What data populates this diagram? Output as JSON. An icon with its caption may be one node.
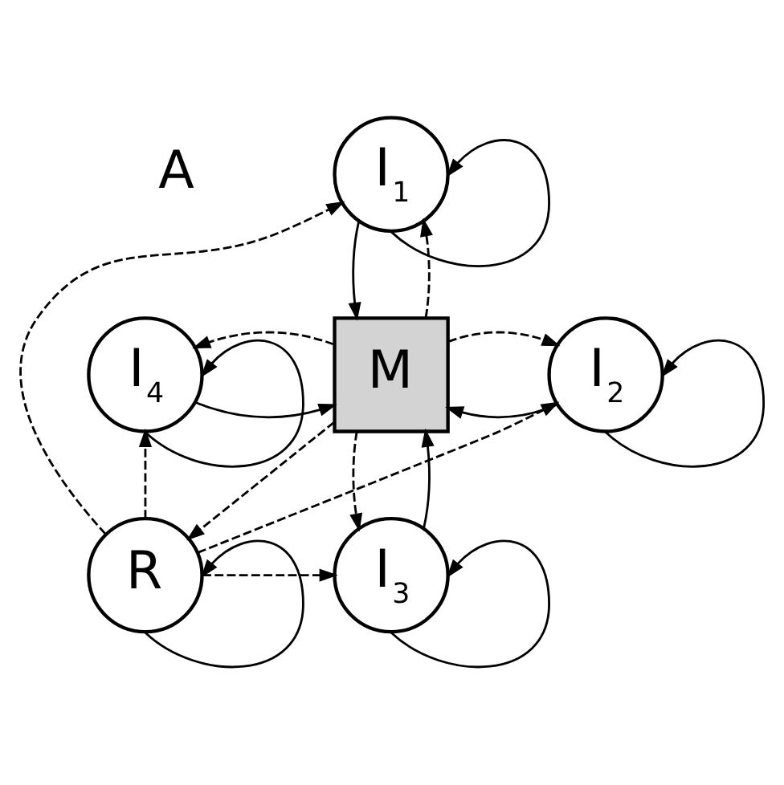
{
  "diagram": {
    "nodes": [
      {
        "text": [
          "I$_{1}$"
        ]
      },
      {
        "text": [
          "I$_{4}$"
        ]
      },
      {
        "text": [
          "M"
        ]
      },
      {
        "text": [
          "I$_{2}$"
        ]
      },
      {
        "text": [
          "R"
        ]
      },
      {
        "text": [
          "I$_{3}$"
        ]
      }
    ],
    "edges": [
      {
        "from": 0,
        "to": 2,
        "arrow": "to"
      },
      {
        "from": 2,
        "to": 0,
        "arrow": "to",
        "style": "dashed"
      },
      {
        "from": 1,
        "to": 2,
        "arrow": "to"
      },
      {
        "from": 2,
        "to": 1,
        "arrow": "to",
        "style": "dashed"
      },
      {
        "from": 3,
        "to": 2,
        "arrow": "to"
      },
      {
        "from": 2,
        "to": 3,
        "arrow": "to",
        "style": "dashed"
      },
      {
        "from": 5,
        "to": 2,
        "arrow": "to"
      },
      {
        "from": 2,
        "to": 5,
        "arrow": "to",
        "style": "dashed"
      },
      {
        "from": 2,
        "to": 4,
        "arrow": "to",
        "style": "dashed"
      },
      {
        "from": 4,
        "to": 0,
        "arrow": "to",
        "style": "dashed"
      },
      {
        "from": 4,
        "to": 1,
        "arrow": "to",
        "style": "dashed"
      },
      {
        "from": 4,
        "to": 5,
        "arrow": "to",
        "style": "dashed"
      },
      {
        "from": 4,
        "to": 3,
        "arrow": "to",
        "style": "dashed"
      },
      {
        "from": 0,
        "to": 0,
        "arrow": "to"
      },
      {
        "from": 1,
        "to": 1,
        "arrow": "to"
      },
      {
        "from": 3,
        "to": 3,
        "arrow": "to"
      },
      {
        "from": 4,
        "to": 4,
        "arrow": "to"
      },
      {
        "from": 5,
        "to": 5,
        "arrow": "to"
      }
    ],
    "labels": [
      "A"
    ]
  }
}
